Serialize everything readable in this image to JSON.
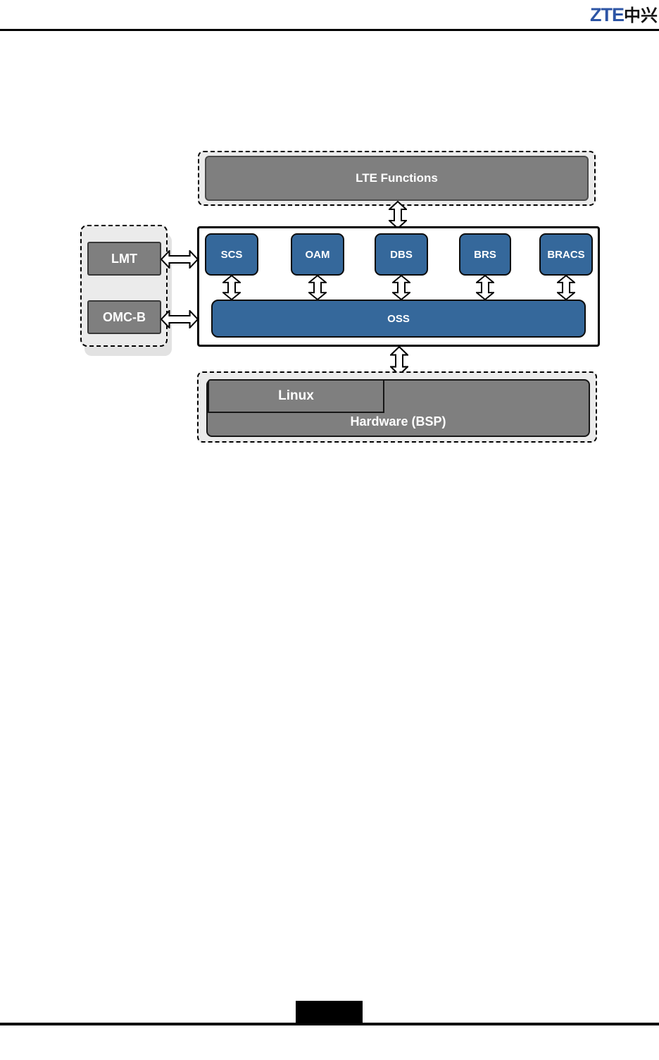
{
  "logo": {
    "brand": "ZTE",
    "brand_cjk": "中兴"
  },
  "diagram": {
    "lte_label": "LTE Functions",
    "modules": [
      {
        "label": "SCS"
      },
      {
        "label": "OAM"
      },
      {
        "label": "DBS"
      },
      {
        "label": "BRS"
      },
      {
        "label": "BRACS"
      }
    ],
    "oss_label": "OSS",
    "terminals": [
      {
        "label": "LMT"
      },
      {
        "label": "OMC-B"
      }
    ],
    "platform": {
      "linux_label": "Linux",
      "hardware_label": "Hardware (BSP)"
    }
  },
  "colors": {
    "module_blue": "#35689B",
    "box_gray": "#7F7F7F",
    "panel_gray": "#EBEBEB",
    "logo_blue": "#2D55A5",
    "rule_black": "#000000"
  }
}
